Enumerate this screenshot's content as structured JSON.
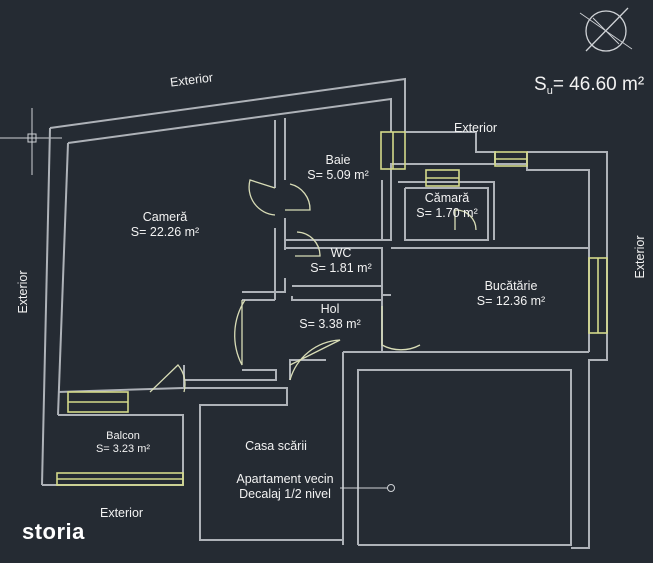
{
  "total_area": {
    "symbol": "S",
    "subscript": "u",
    "value": "= 46.60 m²"
  },
  "rooms": [
    {
      "name": "Cameră",
      "area": "S= 22.26 m²"
    },
    {
      "name": "Baie",
      "area": "S= 5.09 m²"
    },
    {
      "name": "Cămară",
      "area": "S= 1.70 m²"
    },
    {
      "name": "WC",
      "area": "S= 1.81 m²"
    },
    {
      "name": "Hol",
      "area": "S= 3.38 m²"
    },
    {
      "name": "Bucătărie",
      "area": "S= 12.36 m²"
    },
    {
      "name": "Balcon",
      "area": "S= 3.23 m²"
    }
  ],
  "stairs_label": "Casa scării",
  "neighbor_note": {
    "line1": "Apartament vecin",
    "line2": "Decalaj 1/2 nivel"
  },
  "exterior_labels": [
    "Exterior",
    "Exterior",
    "Exterior",
    "Exterior",
    "Exterior"
  ],
  "brand": "storia",
  "colors": {
    "background": "#252b33",
    "walls": "#aeb2b8",
    "windows": "#d4d98a",
    "text": "#f2f2f2"
  }
}
